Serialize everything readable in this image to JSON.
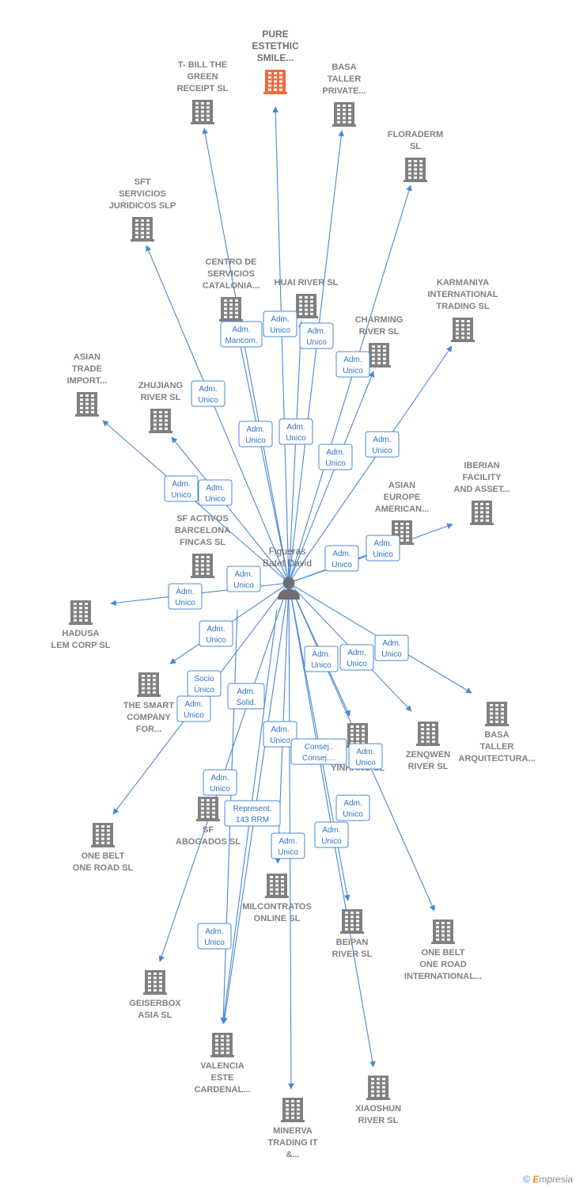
{
  "center": {
    "label": [
      "Figueras",
      "Batet David"
    ]
  },
  "colors": {
    "edge": "#4a88d6",
    "building": "#808080",
    "highlight": "#f26b3a"
  },
  "nodes": [
    {
      "id": "pure",
      "label": [
        "PURE",
        "ESTETHIC",
        "SMILE..."
      ],
      "highlight": true
    },
    {
      "id": "tbill",
      "label": [
        "T- BILL THE",
        "GREEN",
        "RECEIPT  SL"
      ]
    },
    {
      "id": "basa1",
      "label": [
        "BASA",
        "TALLER",
        "PRIVATE..."
      ]
    },
    {
      "id": "floraderm",
      "label": [
        "FLORADERM",
        "SL"
      ]
    },
    {
      "id": "sft",
      "label": [
        "SFT",
        "SERVICIOS",
        "JURIDICOS  SLP"
      ]
    },
    {
      "id": "centro",
      "label": [
        "CENTRO DE",
        "SERVICIOS",
        "CATALONIA..."
      ]
    },
    {
      "id": "huai",
      "label": [
        "HUAI RIVER  SL"
      ]
    },
    {
      "id": "karmaniya",
      "label": [
        "KARMANIYA",
        "INTERNATIONAL",
        "TRADING  SL"
      ]
    },
    {
      "id": "charming",
      "label": [
        "CHARMING",
        "RIVER  SL"
      ]
    },
    {
      "id": "asiantrade",
      "label": [
        "ASIAN",
        "TRADE",
        "IMPORT..."
      ]
    },
    {
      "id": "zhujiang",
      "label": [
        "ZHUJIANG",
        "RIVER  SL"
      ]
    },
    {
      "id": "iberian",
      "label": [
        "IBERIAN",
        "FACILITY",
        "AND ASSET..."
      ]
    },
    {
      "id": "asianeu",
      "label": [
        "ASIAN",
        "EUROPE",
        "AMERICAN..."
      ]
    },
    {
      "id": "sfactivos",
      "label": [
        "SF ACTIVOS",
        "BARCELONA",
        "FINCAS  SL"
      ]
    },
    {
      "id": "hadusa",
      "label": [
        "HADUSA",
        "LEM CORP  SL"
      ]
    },
    {
      "id": "smart",
      "label": [
        "THE SMART",
        "COMPANY",
        "FOR..."
      ]
    },
    {
      "id": "silk",
      "label": [
        "SILK",
        "YINHANG  SL"
      ]
    },
    {
      "id": "zenqwen",
      "label": [
        "ZENQWEN",
        "RIVER  SL"
      ]
    },
    {
      "id": "basa2",
      "label": [
        "BASA",
        "TALLER",
        "ARQUITECTURA..."
      ]
    },
    {
      "id": "onebelt",
      "label": [
        "ONE BELT",
        "ONE ROAD  SL"
      ]
    },
    {
      "id": "sfabog",
      "label": [
        "SF",
        "ABOGADOS SL"
      ]
    },
    {
      "id": "milcon",
      "label": [
        "MILCONTRATOS",
        "ONLINE  SL"
      ]
    },
    {
      "id": "beipan",
      "label": [
        "BEIPAN",
        "RIVER  SL"
      ]
    },
    {
      "id": "onebeltint",
      "label": [
        "ONE BELT",
        "ONE ROAD",
        "INTERNATIONAL..."
      ]
    },
    {
      "id": "geiserbox",
      "label": [
        "GEISERBOX",
        "ASIA  SL"
      ]
    },
    {
      "id": "valencia",
      "label": [
        "VALENCIA",
        "ESTE",
        "CARDENAL..."
      ]
    },
    {
      "id": "xiaoshun",
      "label": [
        "XIAOSHUN",
        "RIVER  SL"
      ]
    },
    {
      "id": "minerva",
      "label": [
        "MINERVA",
        "TRADING IT",
        "&..."
      ]
    }
  ],
  "relations": [
    {
      "id": "r1",
      "lines": [
        "Adm.",
        "Mancom."
      ]
    },
    {
      "id": "r2",
      "lines": [
        "Adm.",
        "Unico"
      ]
    },
    {
      "id": "r3",
      "lines": [
        "Adm.",
        "Unico"
      ]
    },
    {
      "id": "r4",
      "lines": [
        "Adm.",
        "Unico"
      ]
    },
    {
      "id": "r5",
      "lines": [
        "Adm.",
        "Unico"
      ]
    },
    {
      "id": "r6",
      "lines": [
        "Adm.",
        "Unico"
      ]
    },
    {
      "id": "r7",
      "lines": [
        "Adm.",
        "Unico"
      ]
    },
    {
      "id": "r8",
      "lines": [
        "Adm.",
        "Unico"
      ]
    },
    {
      "id": "r9",
      "lines": [
        "Adm.",
        "Unico"
      ]
    },
    {
      "id": "r10",
      "lines": [
        "Adm.",
        "Unico"
      ]
    },
    {
      "id": "r11",
      "lines": [
        "Adm.",
        "Unico"
      ]
    },
    {
      "id": "r12",
      "lines": [
        "Adm.",
        "Unico"
      ]
    },
    {
      "id": "r13",
      "lines": [
        "Adm.",
        "Unico"
      ]
    },
    {
      "id": "r14",
      "lines": [
        "Adm.",
        "Unico"
      ]
    },
    {
      "id": "r15",
      "lines": [
        "Adm.",
        "Unico"
      ]
    },
    {
      "id": "r16",
      "lines": [
        "Adm.",
        "Unico"
      ]
    },
    {
      "id": "r17",
      "lines": [
        "Adm.",
        "Unico"
      ]
    },
    {
      "id": "r18",
      "lines": [
        "Adm.",
        "Unico"
      ]
    },
    {
      "id": "r19",
      "lines": [
        "Adm.",
        "Unico"
      ]
    },
    {
      "id": "r20",
      "lines": [
        "Adm.",
        "Unico"
      ]
    },
    {
      "id": "r21",
      "lines": [
        "Socio",
        "Único"
      ]
    },
    {
      "id": "r22",
      "lines": [
        "Adm.",
        "Solid."
      ]
    },
    {
      "id": "r23",
      "lines": [
        "Adm.",
        "Unico"
      ]
    },
    {
      "id": "r24",
      "lines": [
        "Consej..",
        "Consej...."
      ]
    },
    {
      "id": "r25",
      "lines": [
        "Adm.",
        "Unico"
      ]
    },
    {
      "id": "r26",
      "lines": [
        "Adm.",
        "Unico"
      ]
    },
    {
      "id": "r27",
      "lines": [
        "Adm.",
        "Unico"
      ]
    },
    {
      "id": "r28",
      "lines": [
        "Represent.",
        "143 RRM"
      ]
    },
    {
      "id": "r29",
      "lines": [
        "Adm.",
        "Unico"
      ]
    },
    {
      "id": "r30",
      "lines": [
        "Adm.",
        "Unico"
      ]
    },
    {
      "id": "r31",
      "lines": [
        "Adm.",
        "Unico"
      ]
    }
  ],
  "footer": {
    "symbol": "©",
    "brand_initial": "E",
    "brand_rest": "mpresia"
  }
}
